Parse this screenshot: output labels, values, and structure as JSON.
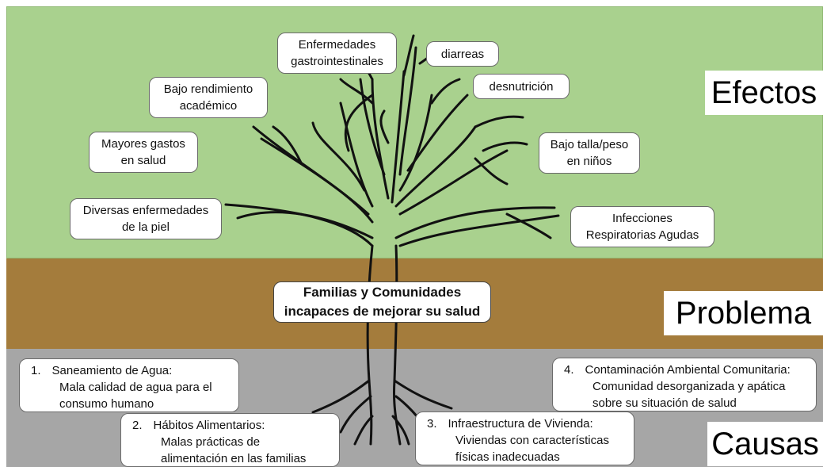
{
  "sections": {
    "effects": "Efectos",
    "problem": "Problema",
    "causes": "Causas"
  },
  "effects": {
    "gastro": [
      "Enfermedades",
      "gastrointestinales"
    ],
    "diarreas": "diarreas",
    "desnutricion": "desnutrición",
    "rendimiento": [
      "Bajo rendimiento",
      "académico"
    ],
    "gastos": [
      "Mayores gastos",
      "en salud"
    ],
    "talla": [
      "Bajo talla/peso",
      "en niños"
    ],
    "piel": [
      "Diversas enfermedades",
      "de la piel"
    ],
    "infecciones": [
      "Infecciones",
      "Respiratorias Agudas"
    ]
  },
  "problem": [
    "Familias y Comunidades",
    "incapaces de mejorar su salud"
  ],
  "causes": [
    {
      "num": "1.",
      "title": "Saneamiento de Agua:",
      "lines": [
        "Mala calidad de agua para el",
        "consumo humano"
      ]
    },
    {
      "num": "2.",
      "title": "Hábitos Alimentarios:",
      "lines": [
        "Malas prácticas de",
        "alimentación en las familias"
      ]
    },
    {
      "num": "3.",
      "title": "Infraestructura de Vivienda:",
      "lines": [
        "Viviendas con características",
        "físicas inadecuadas"
      ]
    },
    {
      "num": "4.",
      "title": "Contaminación Ambiental Comunitaria:",
      "lines": [
        "Comunidad desorganizada y apática",
        "sobre su situación de salud"
      ]
    }
  ],
  "colors": {
    "effects_band": "#a9d18e",
    "problem_band": "#a47c3c",
    "causes_band": "#a6a6a6"
  }
}
